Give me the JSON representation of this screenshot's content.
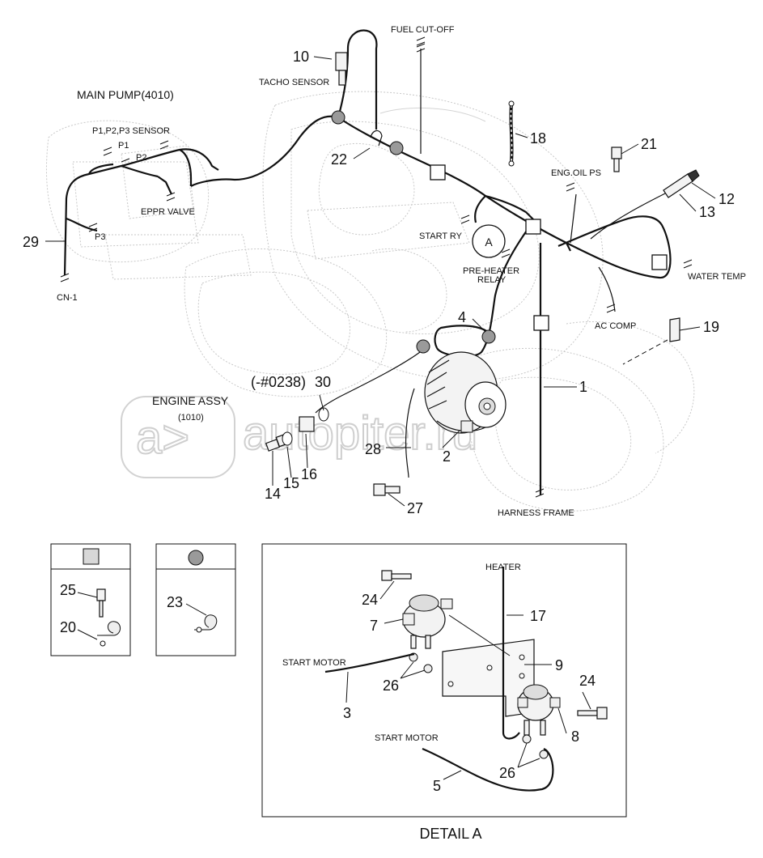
{
  "title": "Electrical harness diagram",
  "labels": {
    "main_pump": "MAIN PUMP(4010)",
    "p_sensor": "P1,P2,P3 SENSOR",
    "p1": "P1",
    "p2": "P2",
    "p3": "P3",
    "eppr_valve": "EPPR VALVE",
    "cn1": "CN-1",
    "tacho_sensor": "TACHO SENSOR",
    "fuel_cut_off": "FUEL CUT-OFF",
    "eng_oil_ps": "ENG.OIL PS",
    "start_ry": "START RY",
    "pre_heater_relay_1": "PRE-HEATER",
    "pre_heater_relay_2": "RELAY",
    "water_temp": "WATER TEMP",
    "ac_comp": "AC COMP",
    "harness_frame": "HARNESS FRAME",
    "engine_assy_1": "ENGINE ASSY",
    "engine_assy_2": "(1010)",
    "serial_note": "(-#0238)",
    "detail_marker": "A",
    "heater": "HEATER",
    "start_motor_1": "START MOTOR",
    "start_motor_2": "START MOTOR",
    "detail_a": "DETAIL A",
    "watermark": "autopiter.ru"
  },
  "part_numbers": {
    "p1": "1",
    "p2": "2",
    "p3": "3",
    "p4": "4",
    "p5": "5",
    "p7": "7",
    "p8": "8",
    "p9": "9",
    "p10": "10",
    "p12": "12",
    "p13": "13",
    "p14": "14",
    "p15": "15",
    "p16": "16",
    "p17": "17",
    "p18": "18",
    "p19": "19",
    "p20": "20",
    "p21": "21",
    "p22": "22",
    "p23": "23",
    "p24a": "24",
    "p24b": "24",
    "p25": "25",
    "p26a": "26",
    "p26b": "26",
    "p27": "27",
    "p28": "28",
    "p29": "29",
    "p30": "30"
  },
  "colors": {
    "ink": "#111111",
    "clamp_round": "#9a9a9a",
    "clamp_square_fill": "#d8d8d8",
    "ghost": "#c8c8c8"
  }
}
